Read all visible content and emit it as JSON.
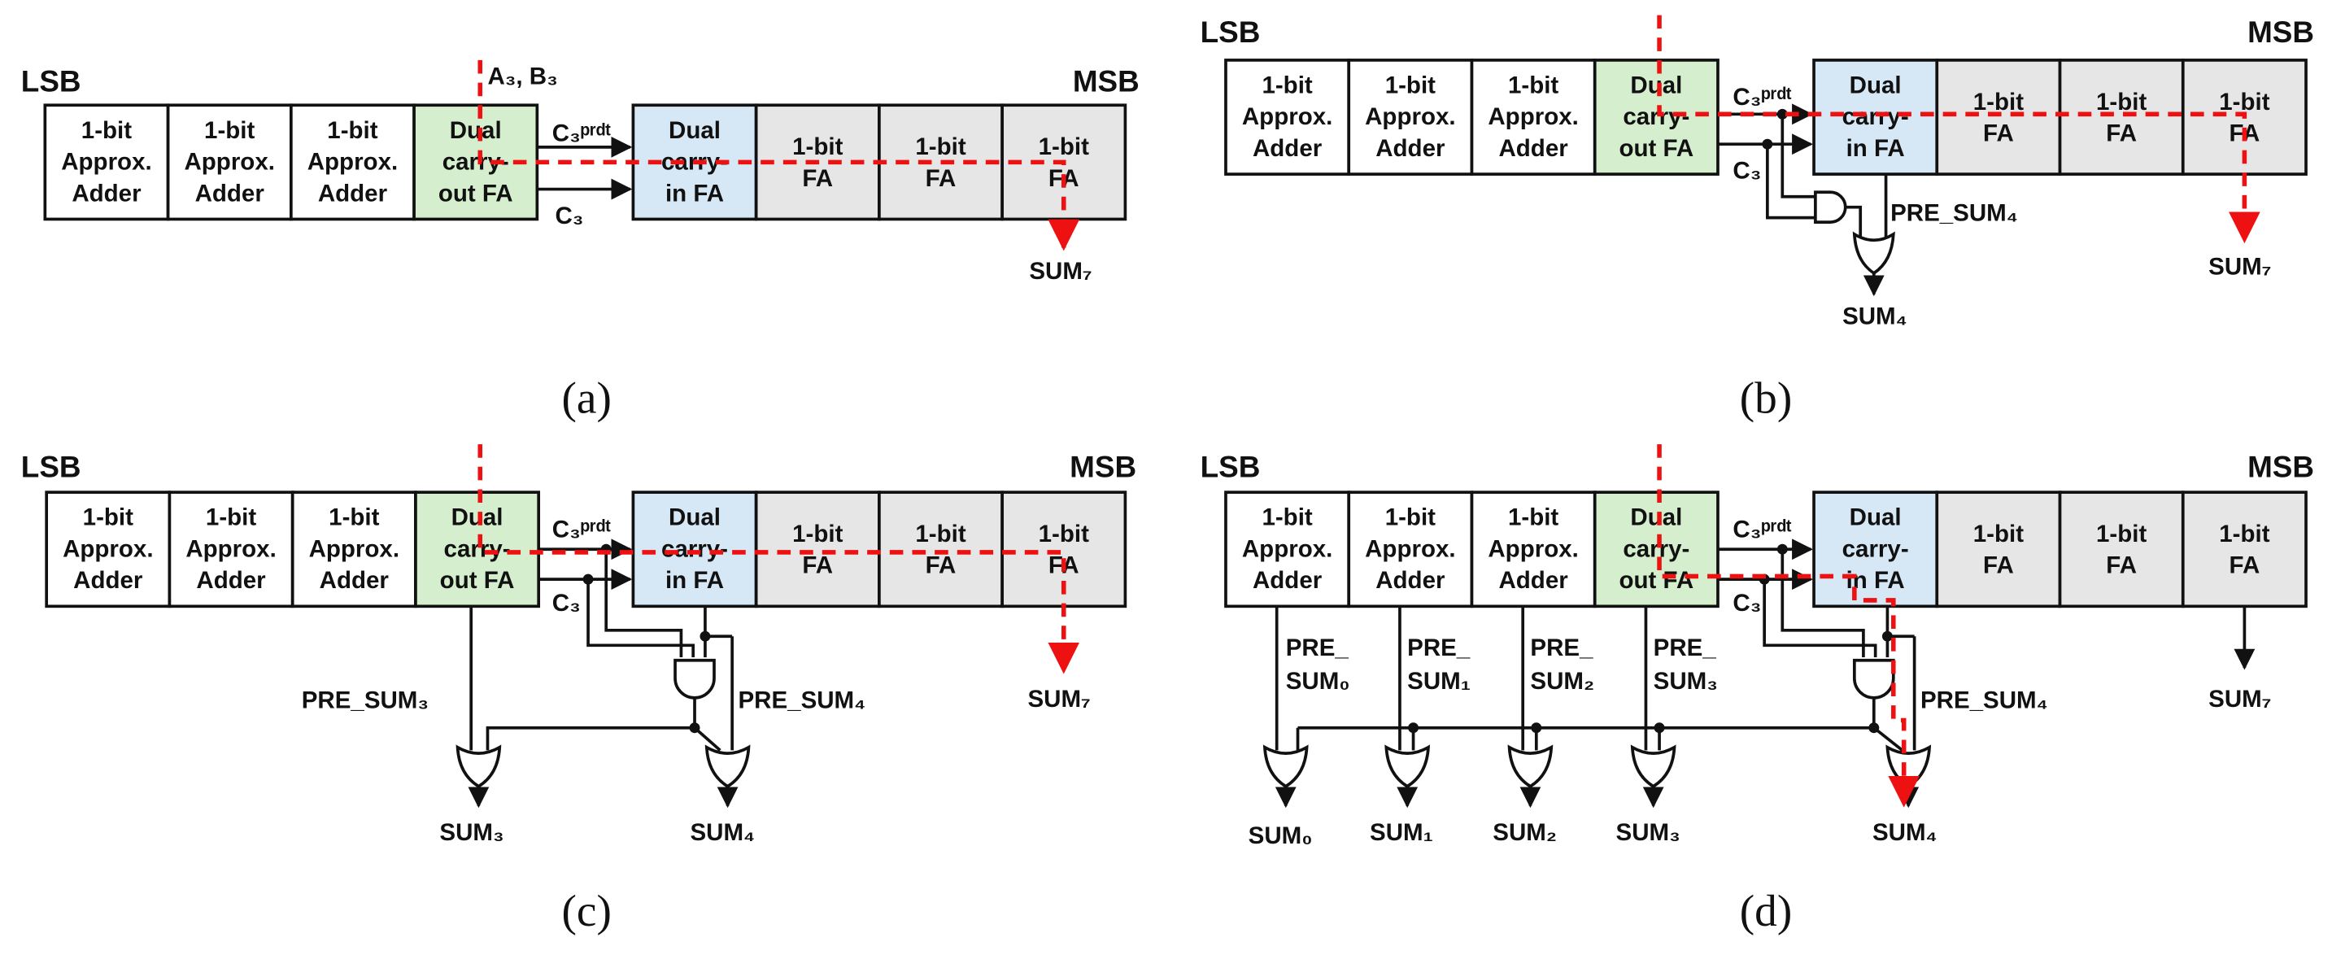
{
  "labels": {
    "lsb": "LSB",
    "msb": "MSB",
    "approx_line1": "1-bit",
    "approx_line2": "Approx.",
    "approx_line3": "Adder",
    "dco_line1": "Dual",
    "dco_line2": "carry-",
    "dco_line3": "out FA",
    "dci_line1": "Dual",
    "dci_line2": "carry-",
    "dci_line3": "in FA",
    "fa_line1": "1-bit",
    "fa_line2": "FA"
  },
  "signals": {
    "ab3": "A₃, B₃",
    "c3prdt": "C₃ᵖʳᵈᵗ",
    "c3": "C₃",
    "sum7": "SUM₇",
    "sum4": "SUM₄",
    "sum3": "SUM₃",
    "sum2": "SUM₂",
    "sum1": "SUM₁",
    "sum0": "SUM₀",
    "pre_sum4": "PRE_SUM₄",
    "pre_sum3": "PRE_SUM₃",
    "pre_line1": "PRE_",
    "pre_sub0": "SUM₀",
    "pre_sub1": "SUM₁",
    "pre_sub2": "SUM₂",
    "pre_sub3": "SUM₃"
  },
  "captions": {
    "a": "(a)",
    "b": "(b)",
    "c": "(c)",
    "d": "(d)"
  },
  "colors": {
    "approx": "#ffffff",
    "dual_carry_out": "#d5efce",
    "dual_carry_in": "#d6e8f5",
    "fa": "#e6e6e6",
    "critical_path": "#e11111"
  }
}
